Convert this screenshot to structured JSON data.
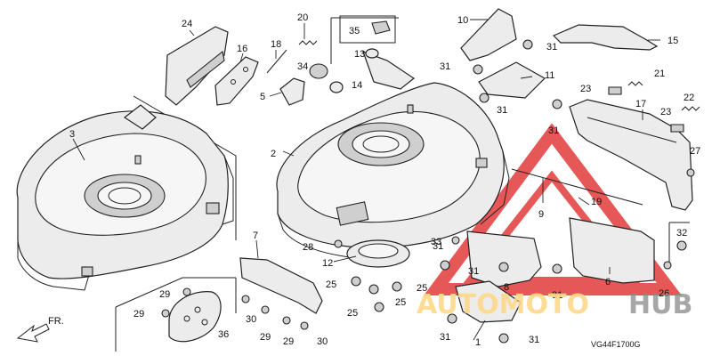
{
  "diagram": {
    "code": "VG44F1700G",
    "front_label": "FR.",
    "watermark": {
      "brand_colored": "AUTOMOTO",
      "brand_gray": "HUB",
      "color_primary": "#e23b3b",
      "color_text": "#f5c46a"
    },
    "callouts": [
      {
        "id": "c1",
        "label": "1"
      },
      {
        "id": "c2",
        "label": "2"
      },
      {
        "id": "c3",
        "label": "3"
      },
      {
        "id": "c5",
        "label": "5"
      },
      {
        "id": "c6",
        "label": "6"
      },
      {
        "id": "c7",
        "label": "7"
      },
      {
        "id": "c8",
        "label": "8"
      },
      {
        "id": "c9",
        "label": "9"
      },
      {
        "id": "c10",
        "label": "10"
      },
      {
        "id": "c11",
        "label": "11"
      },
      {
        "id": "c12",
        "label": "12"
      },
      {
        "id": "c13",
        "label": "13"
      },
      {
        "id": "c14",
        "label": "14"
      },
      {
        "id": "c15",
        "label": "15"
      },
      {
        "id": "c16",
        "label": "16"
      },
      {
        "id": "c17",
        "label": "17"
      },
      {
        "id": "c18",
        "label": "18"
      },
      {
        "id": "c19",
        "label": "19"
      },
      {
        "id": "c20",
        "label": "20"
      },
      {
        "id": "c21",
        "label": "21"
      },
      {
        "id": "c22",
        "label": "22"
      },
      {
        "id": "c23a",
        "label": "23"
      },
      {
        "id": "c23b",
        "label": "23"
      },
      {
        "id": "c24",
        "label": "24"
      },
      {
        "id": "c25a",
        "label": "25"
      },
      {
        "id": "c25b",
        "label": "25"
      },
      {
        "id": "c25c",
        "label": "25"
      },
      {
        "id": "c25d",
        "label": "25"
      },
      {
        "id": "c26",
        "label": "26"
      },
      {
        "id": "c27",
        "label": "27"
      },
      {
        "id": "c28",
        "label": "28"
      },
      {
        "id": "c29a",
        "label": "29"
      },
      {
        "id": "c29b",
        "label": "29"
      },
      {
        "id": "c29c",
        "label": "29"
      },
      {
        "id": "c29d",
        "label": "29"
      },
      {
        "id": "c30a",
        "label": "30"
      },
      {
        "id": "c30b",
        "label": "30"
      },
      {
        "id": "c31a",
        "label": "31"
      },
      {
        "id": "c31b",
        "label": "31"
      },
      {
        "id": "c31c",
        "label": "31"
      },
      {
        "id": "c31d",
        "label": "31"
      },
      {
        "id": "c31e",
        "label": "31"
      },
      {
        "id": "c31f",
        "label": "31"
      },
      {
        "id": "c31g",
        "label": "31"
      },
      {
        "id": "c31h",
        "label": "31"
      },
      {
        "id": "c31i",
        "label": "31"
      },
      {
        "id": "c32",
        "label": "32"
      },
      {
        "id": "c33",
        "label": "33"
      },
      {
        "id": "c34",
        "label": "34"
      },
      {
        "id": "c35",
        "label": "35"
      },
      {
        "id": "c36",
        "label": "36"
      }
    ]
  }
}
